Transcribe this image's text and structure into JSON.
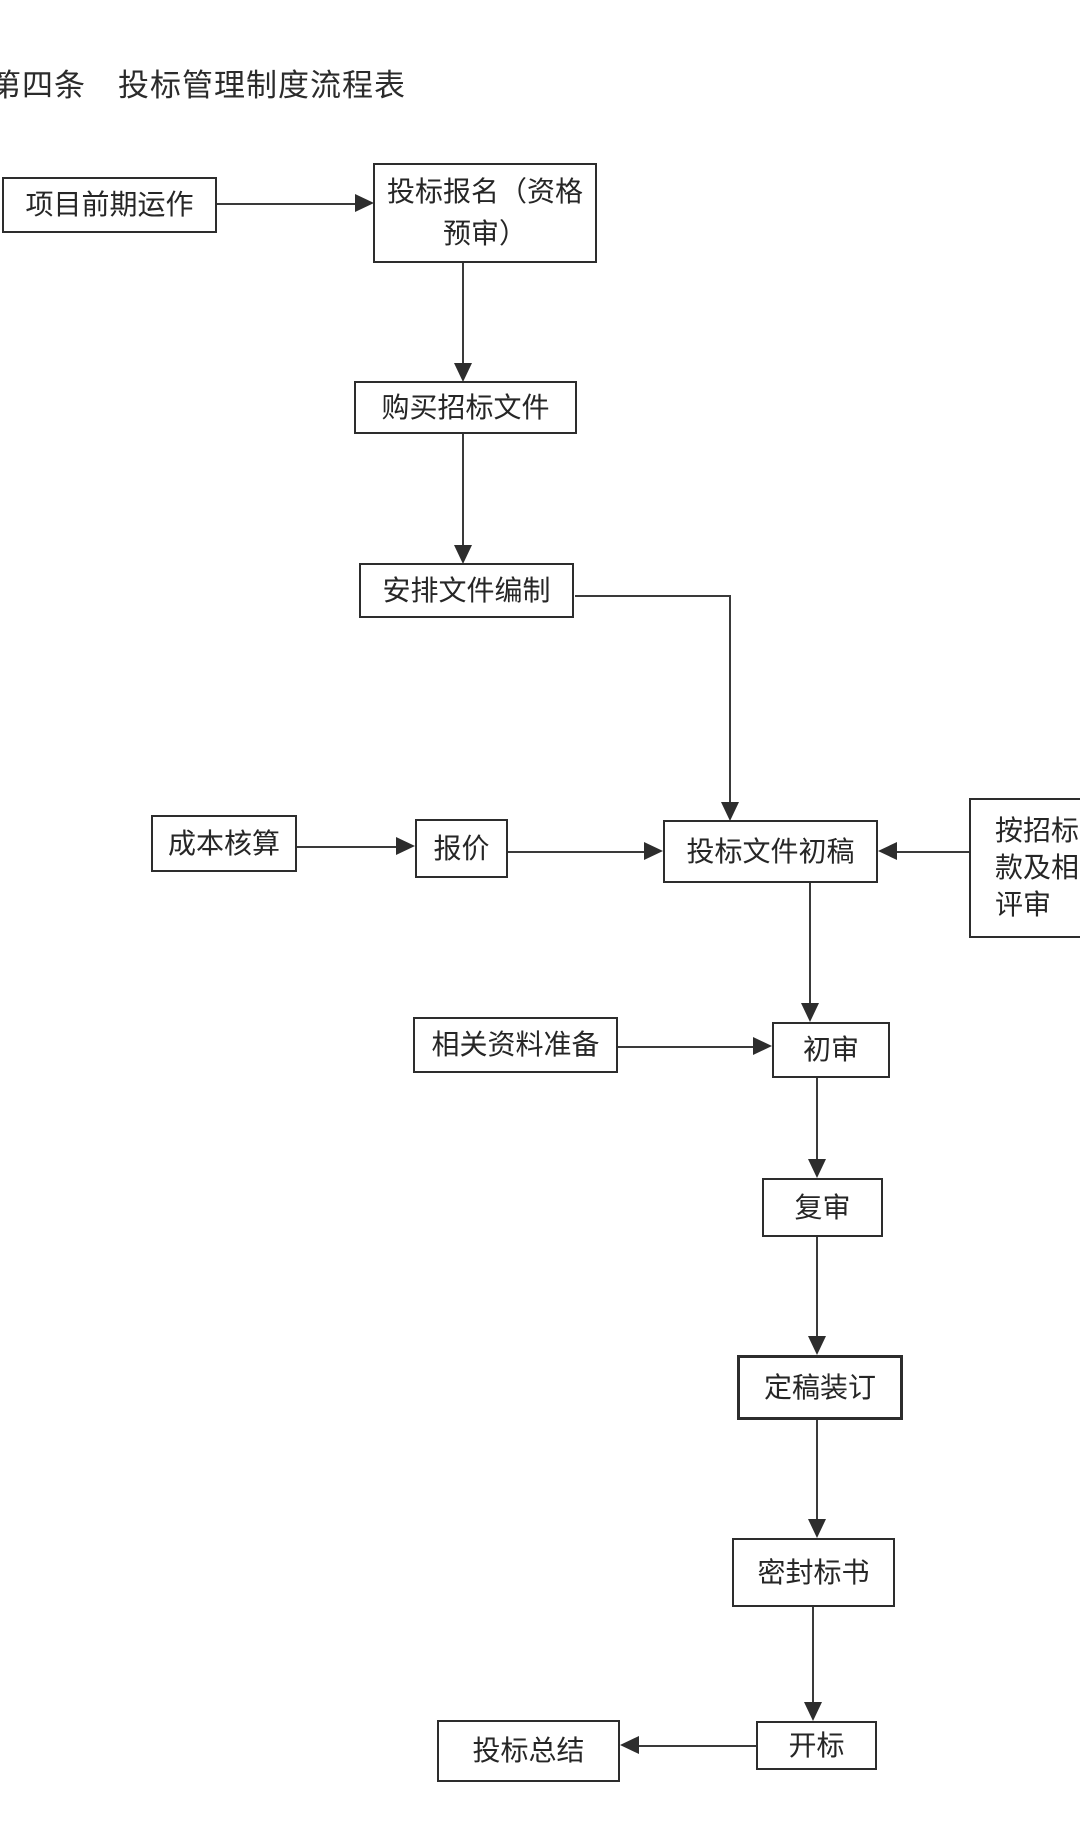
{
  "document": {
    "title": "第四条　投标管理制度流程表"
  },
  "flowchart": {
    "nodes": [
      {
        "id": "project-preliminary-operation",
        "label": "项目前期运作"
      },
      {
        "id": "bid-registration",
        "label": "投标报名（资格\n预审）"
      },
      {
        "id": "purchase-tender-documents",
        "label": "购买招标文件"
      },
      {
        "id": "arrange-document-compilation",
        "label": "安排文件编制"
      },
      {
        "id": "cost-accounting",
        "label": "成本核算"
      },
      {
        "id": "quotation",
        "label": "报价"
      },
      {
        "id": "bid-document-first-draft",
        "label": "投标文件初稿"
      },
      {
        "id": "review-per-tender-terms",
        "label": "按招标文件条\n款及相关要求\n评审"
      },
      {
        "id": "related-material-preparation",
        "label": "相关资料准备"
      },
      {
        "id": "initial-review",
        "label": "初审"
      },
      {
        "id": "second-review",
        "label": "复审"
      },
      {
        "id": "finalize-and-bind",
        "label": "定稿装订"
      },
      {
        "id": "seal-bid-documents",
        "label": "密封标书"
      },
      {
        "id": "bid-opening",
        "label": "开标"
      },
      {
        "id": "bid-summary",
        "label": "投标总结"
      }
    ],
    "edges": [
      {
        "from": "project-preliminary-operation",
        "to": "bid-registration"
      },
      {
        "from": "bid-registration",
        "to": "purchase-tender-documents"
      },
      {
        "from": "purchase-tender-documents",
        "to": "arrange-document-compilation"
      },
      {
        "from": "arrange-document-compilation",
        "to": "bid-document-first-draft"
      },
      {
        "from": "cost-accounting",
        "to": "quotation"
      },
      {
        "from": "quotation",
        "to": "bid-document-first-draft"
      },
      {
        "from": "review-per-tender-terms",
        "to": "bid-document-first-draft"
      },
      {
        "from": "bid-document-first-draft",
        "to": "initial-review"
      },
      {
        "from": "related-material-preparation",
        "to": "initial-review"
      },
      {
        "from": "initial-review",
        "to": "second-review"
      },
      {
        "from": "second-review",
        "to": "finalize-and-bind"
      },
      {
        "from": "finalize-and-bind",
        "to": "seal-bid-documents"
      },
      {
        "from": "seal-bid-documents",
        "to": "bid-opening"
      },
      {
        "from": "bid-opening",
        "to": "bid-summary"
      }
    ],
    "colors": {
      "background": "#ffffff",
      "line": "#3a3a3a",
      "box_border": "#2d2d2d",
      "text": "#262626"
    }
  }
}
